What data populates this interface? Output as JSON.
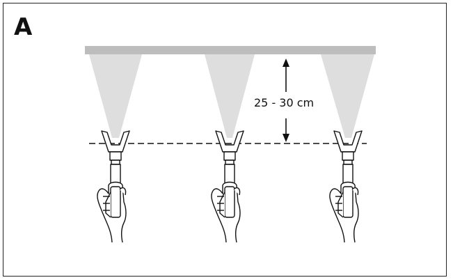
{
  "panel_label": "A",
  "distance_label": "25 - 30 cm",
  "colors": {
    "ceiling": "#bdbdbd",
    "spray": "#dedede",
    "line": "#111111"
  },
  "spray_guns": [
    {
      "id": "gun-1"
    },
    {
      "id": "gun-2"
    },
    {
      "id": "gun-3"
    }
  ]
}
